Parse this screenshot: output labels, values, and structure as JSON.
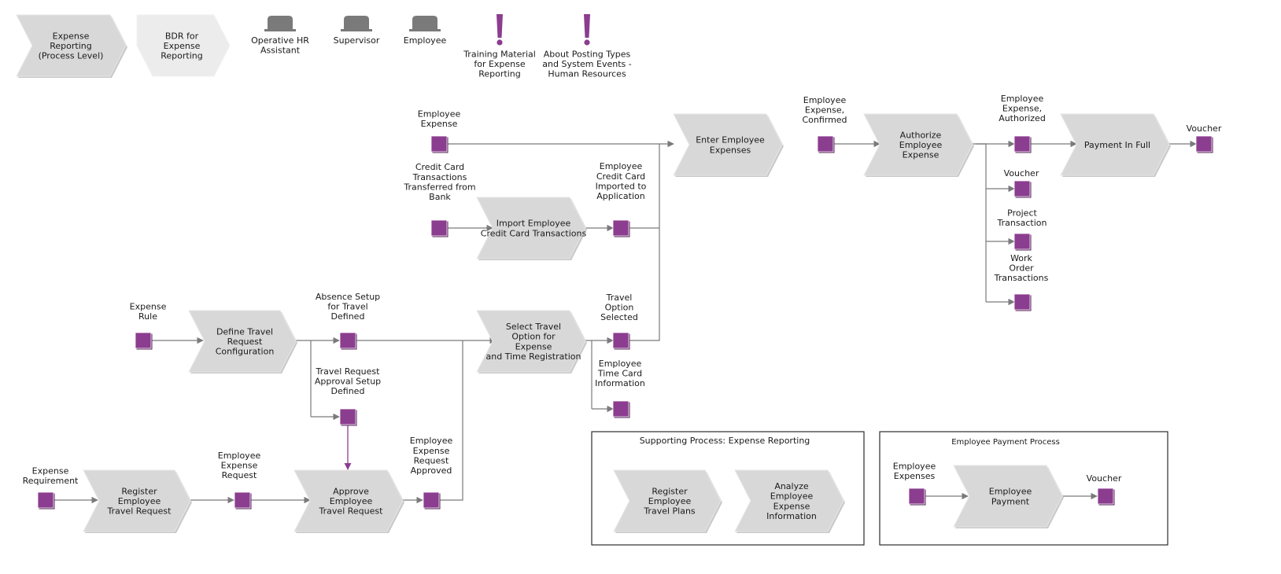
{
  "legend": {
    "process_level": "Expense Reporting (Process Level)",
    "bdr": "BDR for Expense Reporting",
    "roles": [
      "Operative HR Assistant",
      "Supervisor",
      "Employee"
    ],
    "documents": [
      "Training Material for Expense Reporting",
      "About Posting Types and System Events - Human Resources"
    ]
  },
  "functions": {
    "enter_expenses": "Enter Employee Expenses",
    "authorize_expense": "Authorize Employee Expense",
    "payment_in_full": "Payment In Full",
    "import_cc": "Import Employee Credit Card Transactions",
    "define_travel": "Define Travel Request Configuration",
    "select_travel": "Select Travel Option for Expense and Time Registration",
    "register_travel": "Register Employee Travel Request",
    "approve_travel": "Approve Employee Travel Request"
  },
  "events": {
    "employee_expense": "Employee Expense",
    "expense_confirmed": "Employee Expense, Confirmed",
    "expense_authorized": "Employee Expense, Authorized",
    "voucher_out": "Voucher",
    "voucher_branch": "Voucher",
    "project_transaction": "Project Transaction",
    "work_order": "Work Order Transactions",
    "cc_transferred": "Credit Card Transactions Transferred from Bank",
    "cc_imported": "Employee Credit Card Imported to Application",
    "expense_rule": "Expense Rule",
    "absence_setup": "Absence Setup for Travel Defined",
    "approval_setup": "Travel Request Approval Setup Defined",
    "travel_selected": "Travel Option Selected",
    "time_card": "Employee Time Card Information",
    "expense_requirement": "Expense Requirement",
    "expense_request": "Employee Expense Request",
    "request_approved": "Employee Expense Request Approved"
  },
  "supporting": {
    "title": "Supporting Process: Expense Reporting",
    "items": [
      "Register Employee Travel Plans",
      "Analyze Employee Expense Information"
    ]
  },
  "payment_process": {
    "title": "Employee Payment Process",
    "input_event": "Employee Expenses",
    "function": "Employee Payment",
    "output_event": "Voucher"
  },
  "colors": {
    "event": "#8b3d8f",
    "function": "#d8d8d8",
    "connector": "#7a7a7a"
  }
}
